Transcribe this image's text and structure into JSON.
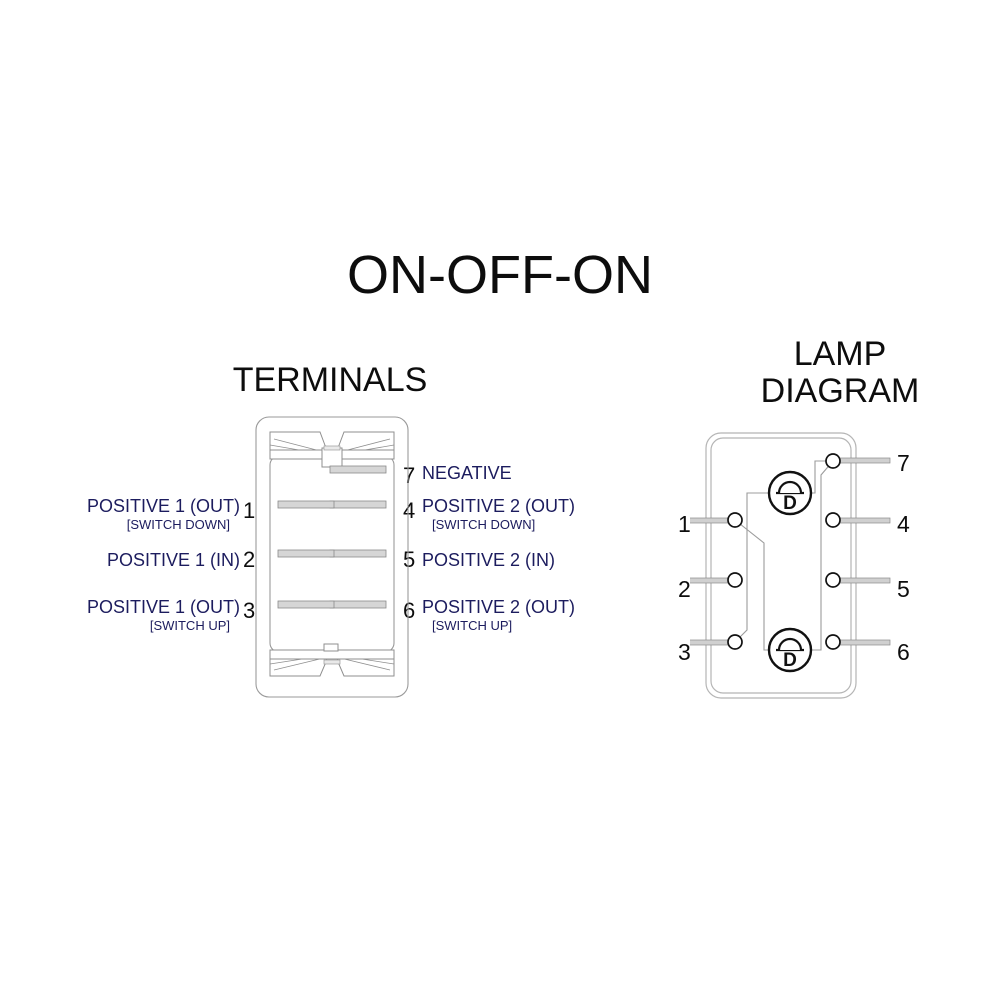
{
  "page": {
    "title": "ON-OFF-ON",
    "background_color": "#ffffff",
    "label_color": "#1c1c5e",
    "ink_color": "#0d0d0d",
    "line_color": "#808080"
  },
  "sections": {
    "terminals": {
      "heading": "TERMINALS",
      "left_terminals": [
        {
          "number": "1",
          "label": "POSITIVE 1 (OUT)",
          "sub": "[SWITCH DOWN]"
        },
        {
          "number": "2",
          "label": "POSITIVE 1 (IN)",
          "sub": ""
        },
        {
          "number": "3",
          "label": "POSITIVE 1 (OUT)",
          "sub": "[SWITCH UP]"
        }
      ],
      "right_terminals": [
        {
          "number": "7",
          "label": "NEGATIVE",
          "sub": ""
        },
        {
          "number": "4",
          "label": "POSITIVE 2 (OUT)",
          "sub": "[SWITCH DOWN]"
        },
        {
          "number": "5",
          "label": "POSITIVE 2 (IN)",
          "sub": ""
        },
        {
          "number": "6",
          "label": "POSITIVE 2 (OUT)",
          "sub": "[SWITCH UP]"
        }
      ]
    },
    "lamp_diagram": {
      "heading_line1": "LAMP",
      "heading_line2": "DIAGRAM",
      "lamp_symbol_letter": "D",
      "lamp_count": "2",
      "left_numbers": [
        "1",
        "2",
        "3"
      ],
      "right_numbers": [
        "7",
        "4",
        "5",
        "6"
      ]
    }
  }
}
